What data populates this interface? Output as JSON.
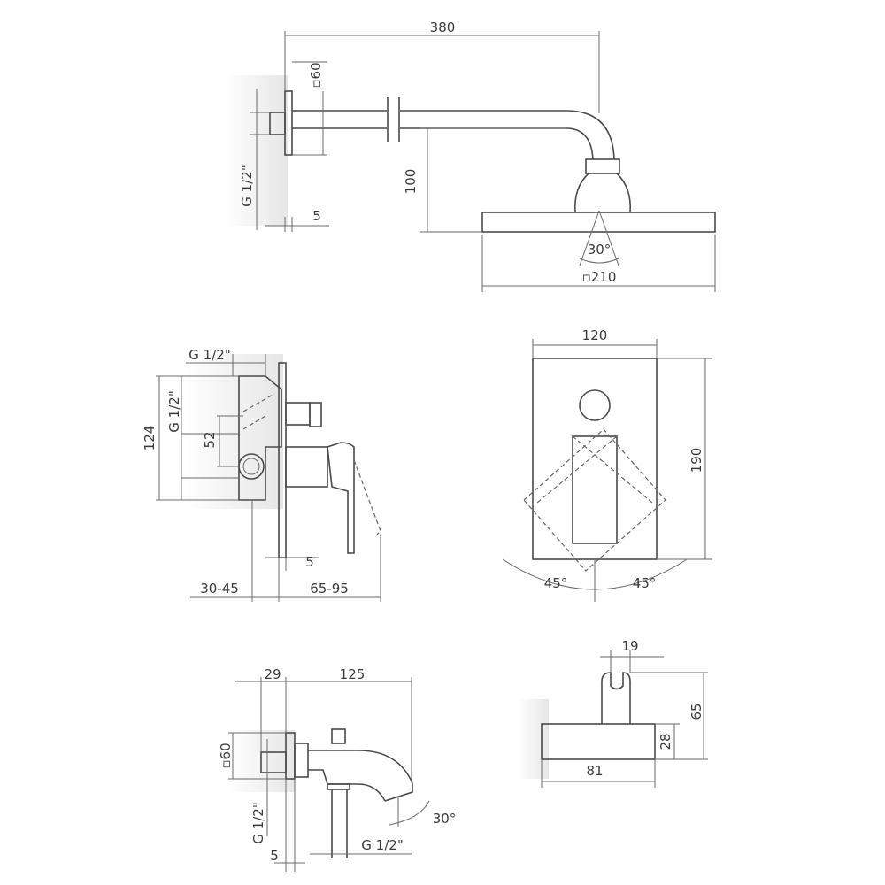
{
  "shower_arm": {
    "width": "380",
    "plate": "▫60",
    "thread": "G 1/2\"",
    "plate_depth": "5",
    "drop": "100",
    "angle": "30°",
    "head": "▫210"
  },
  "mixer_side": {
    "thread_top": "G 1/2\"",
    "thread_side": "G 1/2\"",
    "height": "124",
    "offset": "52",
    "plate": "5",
    "depth_wall": "30-45",
    "depth_out": "65-95"
  },
  "mixer_front": {
    "width": "120",
    "height": "190",
    "angle_left": "45°",
    "angle_right": "45°"
  },
  "spout": {
    "depth": "29",
    "length": "125",
    "plate": "▫60",
    "thread_side": "G 1/2\"",
    "plate_depth": "5",
    "thread_bottom": "G 1/2\"",
    "angle": "30°"
  },
  "holder": {
    "width_top": "19",
    "height": "65",
    "height_base": "28",
    "length": "81"
  }
}
